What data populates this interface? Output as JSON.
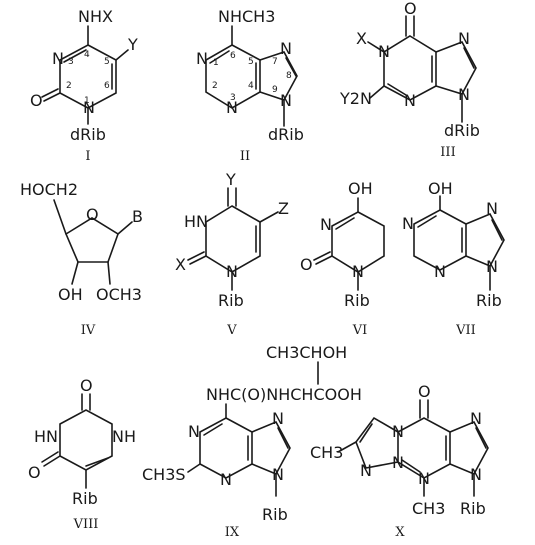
{
  "structures": [
    {
      "roman": "I",
      "atoms": {
        "top": "NHX",
        "y": "Y",
        "n3": "N",
        "n1": "N",
        "o": "O",
        "sugar": "dRib"
      },
      "ring_numbers": [
        "1",
        "2",
        "3",
        "4",
        "5",
        "6"
      ]
    },
    {
      "roman": "II",
      "atoms": {
        "top": "NHCH3",
        "n1": "N",
        "n3": "N",
        "n7": "N",
        "n9": "N",
        "sugar": "dRib"
      },
      "ring_numbers": [
        "1",
        "2",
        "3",
        "4",
        "5",
        "6",
        "7",
        "8",
        "9"
      ]
    },
    {
      "roman": "III",
      "atoms": {
        "o": "O",
        "x": "X",
        "n1": "N",
        "y2n": "Y2N",
        "n3": "N",
        "n7": "N",
        "n9": "N",
        "sugar": "dRib"
      }
    },
    {
      "roman": "IV",
      "atoms": {
        "hoch2": "HOCH2",
        "o": "O",
        "b": "B",
        "oh": "OH",
        "och3": "OCH3"
      }
    },
    {
      "roman": "V",
      "atoms": {
        "y": "Y",
        "z": "Z",
        "hn": "HN",
        "x": "X",
        "n1": "N",
        "sugar": "Rib"
      }
    },
    {
      "roman": "VI",
      "atoms": {
        "oh": "OH",
        "n": "N",
        "o": "O",
        "n1": "N",
        "sugar": "Rib"
      }
    },
    {
      "roman": "VII",
      "atoms": {
        "oh": "OH",
        "n1": "N",
        "n3": "N",
        "n7": "N",
        "n9": "N",
        "sugar": "Rib"
      }
    },
    {
      "roman": "VIII",
      "atoms": {
        "o_top": "O",
        "hn": "HN",
        "nh": "NH",
        "o_bottom": "O",
        "sugar": "Rib"
      }
    },
    {
      "roman": "IX",
      "atoms": {
        "side_chain_top": "CH3CHOH",
        "side_chain": "NHC(O)NHCHCOOH",
        "n1": "N",
        "n3": "N",
        "n7": "N",
        "n9": "N",
        "ch3s": "CH3S",
        "sugar": "Rib"
      }
    },
    {
      "roman": "X",
      "atoms": {
        "o": "O",
        "n_bridge": "N",
        "n_left": "N",
        "n_mid": "N",
        "n4": "N",
        "n7": "N",
        "n9": "N",
        "ch3_left": "CH3",
        "ch3_n": "CH3",
        "sugar": "Rib"
      }
    }
  ]
}
